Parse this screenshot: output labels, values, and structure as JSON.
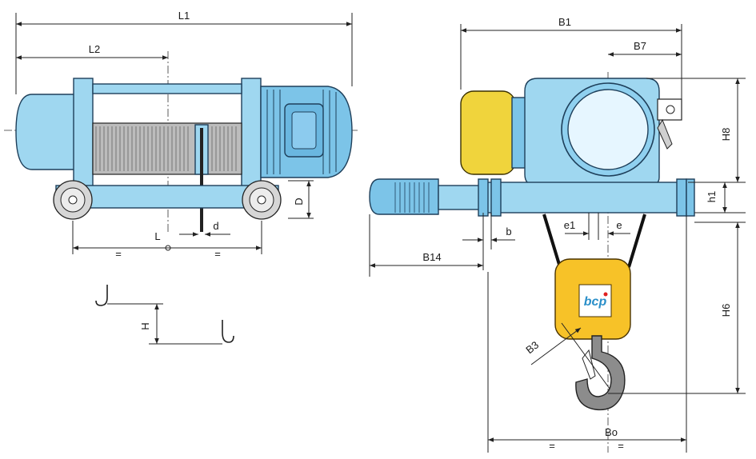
{
  "labels": {
    "L1": "L1",
    "L2": "L2",
    "L": "L",
    "d": "d",
    "D": "D",
    "H": "H",
    "B1": "B1",
    "B7": "B7",
    "H8": "H8",
    "h1": "h1",
    "e1": "e1",
    "e": "e",
    "b": "b",
    "B14": "B14",
    "H6": "H6",
    "B3": "B3",
    "Bo": "Bo",
    "eq_left_1": "=",
    "eq_right_1": "=",
    "eq_left_2": "=",
    "eq_right_2": "="
  },
  "logo_text": "bcp",
  "colors": {
    "body_blue": "#9fd7f0",
    "dark_blue": "#7cc4e8",
    "motor_yellow": "#f0d43c",
    "hook_block_orange": "#f7c228",
    "hook_grey": "#8c8c8c",
    "logo_red": "#e02020"
  }
}
